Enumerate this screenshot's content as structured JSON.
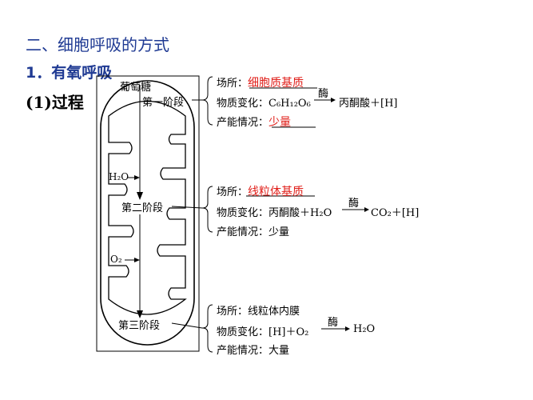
{
  "heading": {
    "title": "二、细胞呼吸的方式",
    "subtitle": "1．有氧呼吸",
    "process": "(1)过程"
  },
  "diagram": {
    "glucose": "葡萄糖",
    "water": "H₂O",
    "oxygen": "O₂",
    "stage1": "第一阶段",
    "stage2": "第二阶段",
    "stage3": "第三阶段"
  },
  "stages": [
    {
      "place_prefix": "场所：",
      "place_answer": "细胞质基质",
      "change_prefix": "物质变化：",
      "reactant": "C₆H₁₂O₆",
      "enzyme": "酶",
      "product": "丙酮酸＋[H]",
      "energy_prefix": "产能情况：",
      "energy_answer": "少量"
    },
    {
      "place_prefix": "场所：",
      "place_answer": "线粒体基质",
      "change_prefix": "物质变化：",
      "reactant": "丙酮酸＋H₂O",
      "enzyme": "酶",
      "product": "CO₂＋[H]",
      "energy_prefix": "产能情况：",
      "energy_answer": "少量"
    },
    {
      "place_prefix": "场所：",
      "place_answer": "线粒体内膜",
      "change_prefix": "物质变化：",
      "reactant": "[H]＋O₂",
      "enzyme": "酶",
      "product": "H₂O",
      "energy_prefix": "产能情况：",
      "energy_answer": "大量"
    }
  ],
  "colors": {
    "heading": "#1f3a93",
    "answer": "#e0201b",
    "ink": "#000000"
  }
}
